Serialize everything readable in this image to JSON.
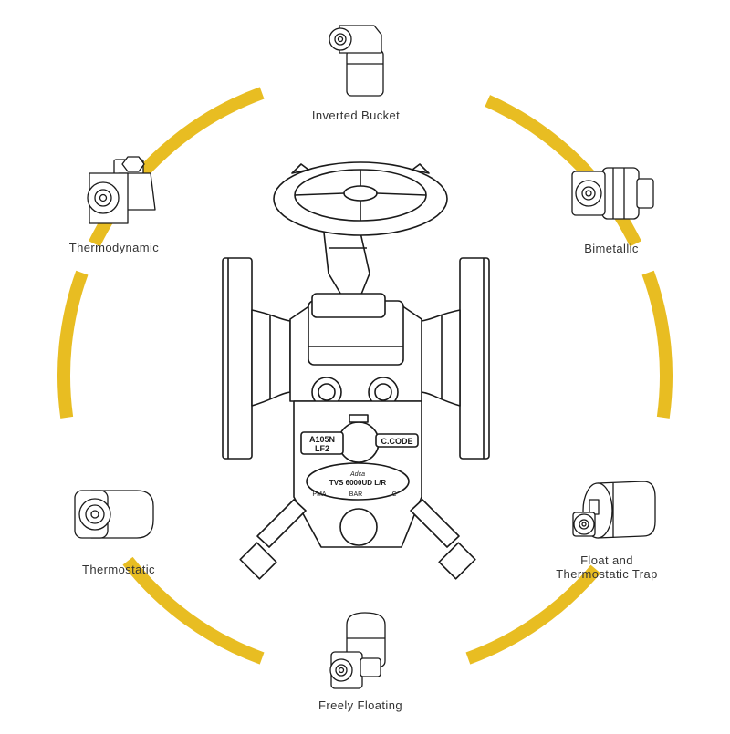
{
  "accent_color": "#e8bd22",
  "line_color": "#1a1a1a",
  "trap_types": [
    {
      "label": "Inverted Bucket",
      "icon": "inverted-bucket-trap-icon"
    },
    {
      "label": "Bimetallic",
      "icon": "bimetallic-trap-icon"
    },
    {
      "label": "Float and\nThermostatic Trap",
      "label_line1": "Float and",
      "label_line2": "Thermostatic Trap",
      "icon": "float-thermostatic-trap-icon"
    },
    {
      "label": "Freely Floating",
      "icon": "freely-floating-trap-icon"
    },
    {
      "label": "Thermostatic",
      "icon": "thermostatic-trap-icon"
    },
    {
      "label": "Thermodynamic",
      "icon": "thermodynamic-trap-icon"
    }
  ],
  "valve": {
    "icon": "trap-valve-station-icon",
    "plate_left": "A105N",
    "plate_left_2": "LF2",
    "plate_right": "C.CODE",
    "brand": "Adca",
    "model": "TVS 6000UD L/R",
    "pma": "PMA",
    "bar": "BAR",
    "temp_unit": "C"
  }
}
